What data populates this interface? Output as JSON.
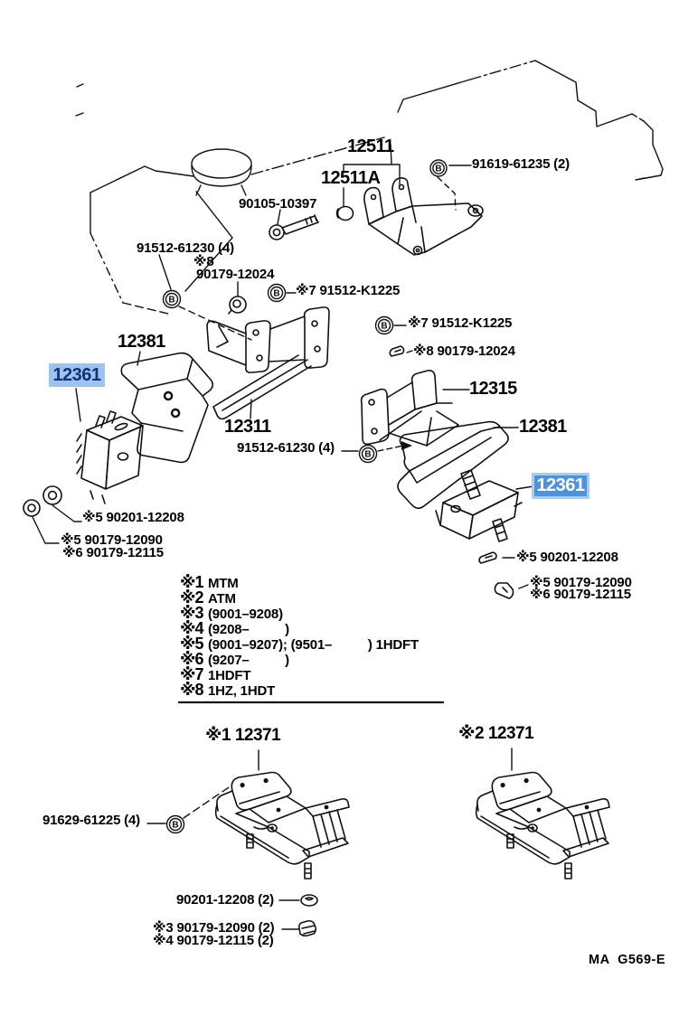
{
  "meta": {
    "footer_code": "MA  G569-E"
  },
  "colors": {
    "line": "#111111",
    "highlight_bg_left": "#9cc4ec",
    "highlight_text_left": "#12307e",
    "highlight_bg_right": "#4e93d9",
    "highlight_rim_right": "#a9cdf1",
    "highlight_text_right": "#ffffff"
  },
  "symbols": {
    "bolt_marker": "B"
  },
  "parts": {
    "p12511": "12511",
    "p12511A": "12511A",
    "p91619": "91619-61235 (2)",
    "p90105": "90105-10397",
    "p91512_61230_top": "91512-61230 (4)",
    "ref8_mark": "※8",
    "p90179_12024_top": "90179-12024",
    "ref7_k1225_upper": "※7 91512-K1225",
    "ref7_k1225_lower": "※7 91512-K1225",
    "ref8_90179_12024": "※8 90179-12024",
    "p12381_left": "12381",
    "p12361_left": "12361",
    "p12311": "12311",
    "p91512_61230_mid": "91512-61230 (4)",
    "p12315": "12315",
    "p12381_right": "12381",
    "p12361_right": "12361",
    "ref5_90201_left": "※5 90201-12208",
    "ref5_90179_left": "※5 90179-12090",
    "ref6_90179_left": "※6 90179-12115",
    "ref5_90201_right": "※5 90201-12208",
    "ref5_90179_right": "※5 90179-12090",
    "ref6_90179_right": "※6 90179-12115",
    "hdr_mount_1": "※1 12371",
    "hdr_mount_2": "※2 12371",
    "p91629": "91629-61225 (4)",
    "p90201_bottom": "90201-12208 (2)",
    "ref3_bottom": "※3 90179-12090 (2)",
    "ref4_bottom": "※4 90179-12115 (2)"
  },
  "legend": {
    "rows": [
      {
        "marker": "※1",
        "text": "MTM"
      },
      {
        "marker": "※2",
        "text": "ATM"
      },
      {
        "marker": "※3",
        "text": "(9001–9208)"
      },
      {
        "marker": "※4",
        "text": "(9208–          )"
      },
      {
        "marker": "※5",
        "text": "(9001–9207); (9501–          ) 1HDFT"
      },
      {
        "marker": "※6",
        "text": "(9207–          )"
      },
      {
        "marker": "※7",
        "text": "1HDFT"
      },
      {
        "marker": "※8",
        "text": "1HZ, 1HDT"
      }
    ]
  }
}
